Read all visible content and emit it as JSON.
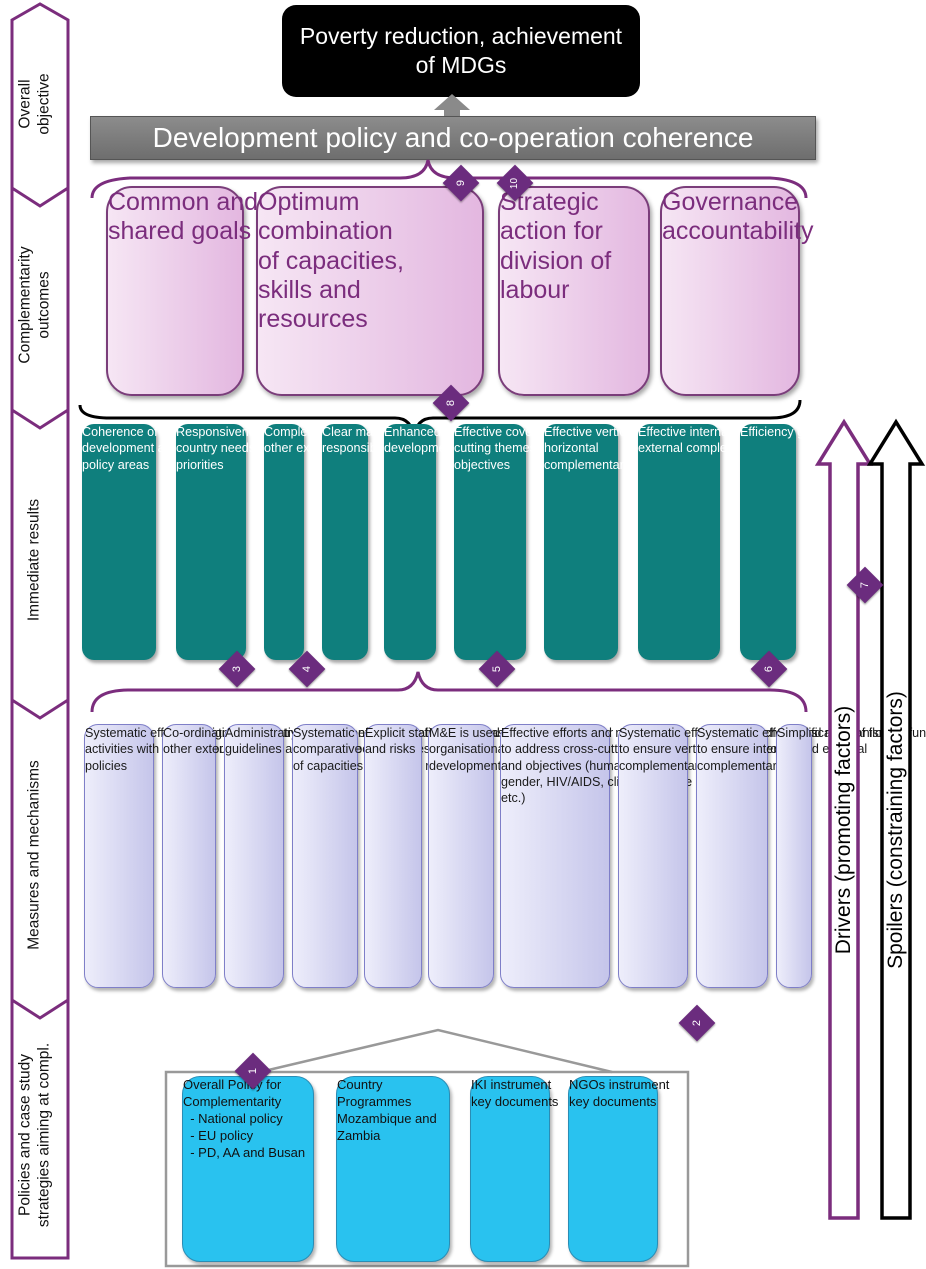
{
  "left_labels": [
    {
      "lines": [
        "Overall",
        "objective"
      ]
    },
    {
      "lines": [
        "Complementarity",
        "outcomes"
      ]
    },
    {
      "lines": [
        "Immediate results"
      ]
    },
    {
      "lines": [
        "Measures and mechanisms"
      ]
    },
    {
      "lines": [
        "Policies and case study",
        "strategies aiming at compl."
      ]
    }
  ],
  "top_box": {
    "lines": [
      "Poverty reduction, achievement",
      "of MDGs"
    ]
  },
  "coherence_bar": {
    "text": "Development policy and co-operation coherence"
  },
  "outcomes": [
    {
      "lines": [
        "Common and",
        "shared goals"
      ]
    },
    {
      "lines": [
        "Optimum",
        "combination",
        "of capacities,",
        "skills and",
        "resources"
      ]
    },
    {
      "lines": [
        "Strategic",
        "action for",
        "division of",
        "labour"
      ]
    },
    {
      "lines": [
        "Governance",
        "accountability"
      ]
    }
  ],
  "results": [
    {
      "lines": [
        "Coherence of Finnish",
        "development and other",
        "policy areas"
      ]
    },
    {
      "lines": [
        "Responsiveness to partner",
        "country needs and",
        "priorities"
      ]
    },
    {
      "lines": [
        "Complementarity with",
        "other external aid"
      ]
    },
    {
      "lines": [
        "Clear mandates, roles and",
        "responsibilities"
      ]
    },
    {
      "lines": [
        "Enhanced capacity for",
        "development"
      ]
    },
    {
      "lines": [
        "Effective coverage of cross-",
        "cutting themes and",
        "objectives"
      ]
    },
    {
      "lines": [
        "Effective vertical and",
        "horizontal",
        "complementarity"
      ]
    },
    {
      "lines": [
        "Effective internal and",
        "external complementarity"
      ]
    },
    {
      "lines": [
        "Efficiency gains"
      ]
    }
  ],
  "measures": [
    {
      "lines": [
        "Systematic efforts  to align",
        "activities with partner country",
        "policies"
      ]
    },
    {
      "lines": [
        "Co-ordination at country level with",
        "other external aid"
      ]
    },
    {
      "lines": [
        "Administrative instructions and",
        "guidelines aligned with policies"
      ]
    },
    {
      "lines": [
        "Systematic efforts to define",
        "comparative advantages  in terms",
        "of capacities, skills and resources"
      ]
    },
    {
      "lines": [
        "Explicit statements on assumptions",
        "and risks"
      ]
    },
    {
      "lines": [
        "M&E is used as a mechanism for",
        "organisational learning and",
        "development"
      ]
    },
    {
      "lines": [
        "Effective efforts and mechanisms",
        "to address cross-cutting themes",
        "and objectives (human rights,",
        "gender, HIV/AIDS, climate change",
        "etc.)"
      ]
    },
    {
      "lines": [
        "Systematic efforts and mechanisms",
        "to ensure vertical and horizontal",
        "complementarity"
      ]
    },
    {
      "lines": [
        "Systematic efforts and mechanisms",
        "to ensure internal and external",
        "complementarity"
      ]
    },
    {
      "lines": [
        "Simplification of flow of funds"
      ]
    }
  ],
  "policies": [
    {
      "lines": [
        "Overall Policy for",
        "Complementarity",
        "  - National policy",
        "  - EU policy",
        "  - PD, AA and Busan"
      ]
    },
    {
      "lines": [
        "Country",
        "Programmes",
        "Mozambique and",
        "Zambia"
      ]
    },
    {
      "lines": [
        "IKI instrument",
        "key documents"
      ]
    },
    {
      "lines": [
        "NGOs instrument",
        "key documents"
      ]
    }
  ],
  "arrows": {
    "drivers": "Drivers (promoting factors)",
    "spoilers": "Spoilers (constraining factors)"
  },
  "markers": [
    "1",
    "2",
    "3",
    "4",
    "5",
    "6",
    "7",
    "8",
    "9",
    "10"
  ],
  "colors": {
    "purple": "#7b2d7d",
    "teal": "#0f7f7d",
    "cyan": "#29c2ef",
    "lavender": "#c5c5ea",
    "bar_grey": "#7f7f7f",
    "diamond": "#6b2c7e"
  }
}
